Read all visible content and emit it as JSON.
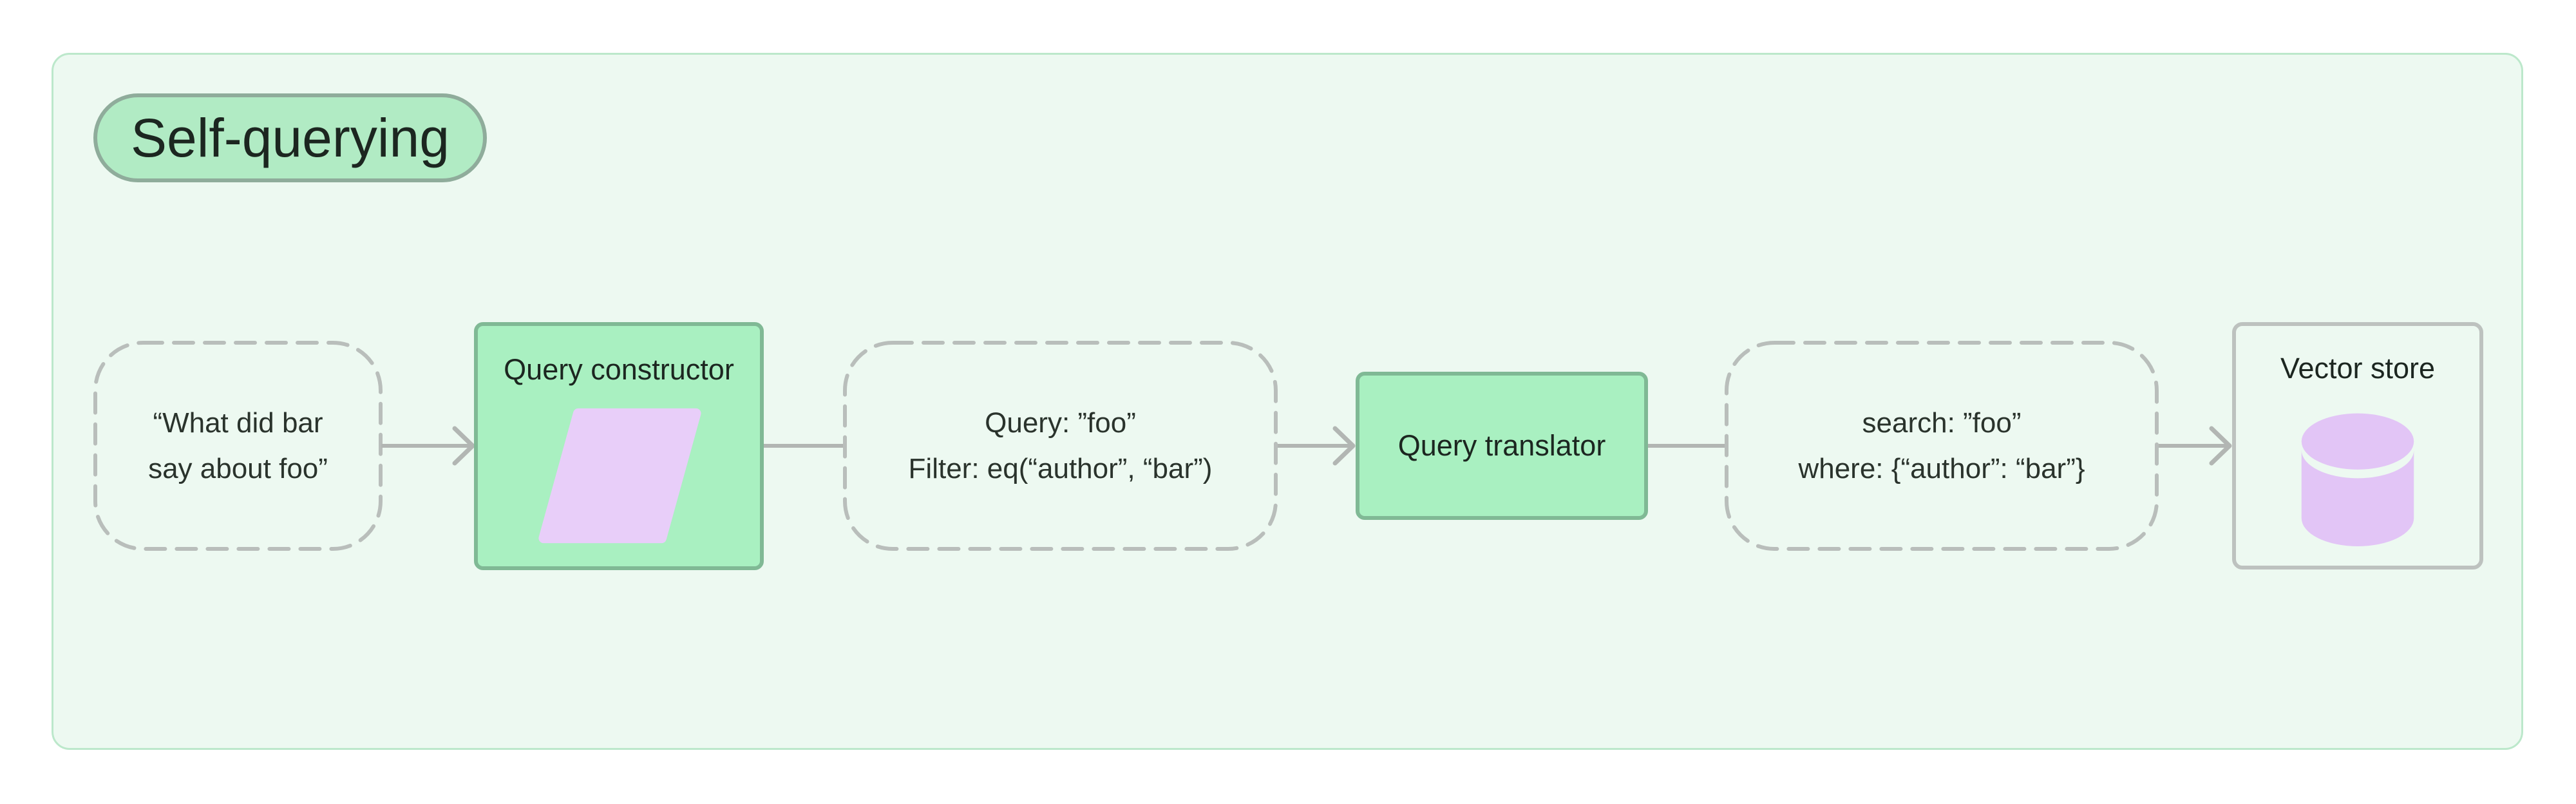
{
  "badge": {
    "label": "Self-querying"
  },
  "nodes": {
    "user_question": {
      "line1": "“What did bar",
      "line2": "say about foo”"
    },
    "query_constructor": {
      "label": "Query constructor",
      "icon": "parallelogram-icon"
    },
    "structured_query": {
      "line1": "Query: ”foo”",
      "line2": "Filter: eq(“author”, “bar”)"
    },
    "query_translator": {
      "label": "Query translator"
    },
    "translated_query": {
      "line1": "search: ”foo”",
      "line2": "where: {“author”: “bar”}"
    },
    "vector_store": {
      "label": "Vector store",
      "icon": "database-icon"
    }
  },
  "colors": {
    "page_bg": "#ffffff",
    "panel_bg": "#edf9f1",
    "panel_border": "#bce8cb",
    "badge_bg": "#b1ebc4",
    "badge_border": "#8fac9b",
    "box_bg": "#a9f0c1",
    "box_border": "#80b995",
    "dash": "#b9bebb",
    "connector": "#b2b6b3",
    "outline_border": "#bdc2bf",
    "parallelogram": "#e8cef9",
    "cylinder": "#e2c5f6",
    "text_dark": "#1c2620",
    "text_node": "#2a332c"
  }
}
